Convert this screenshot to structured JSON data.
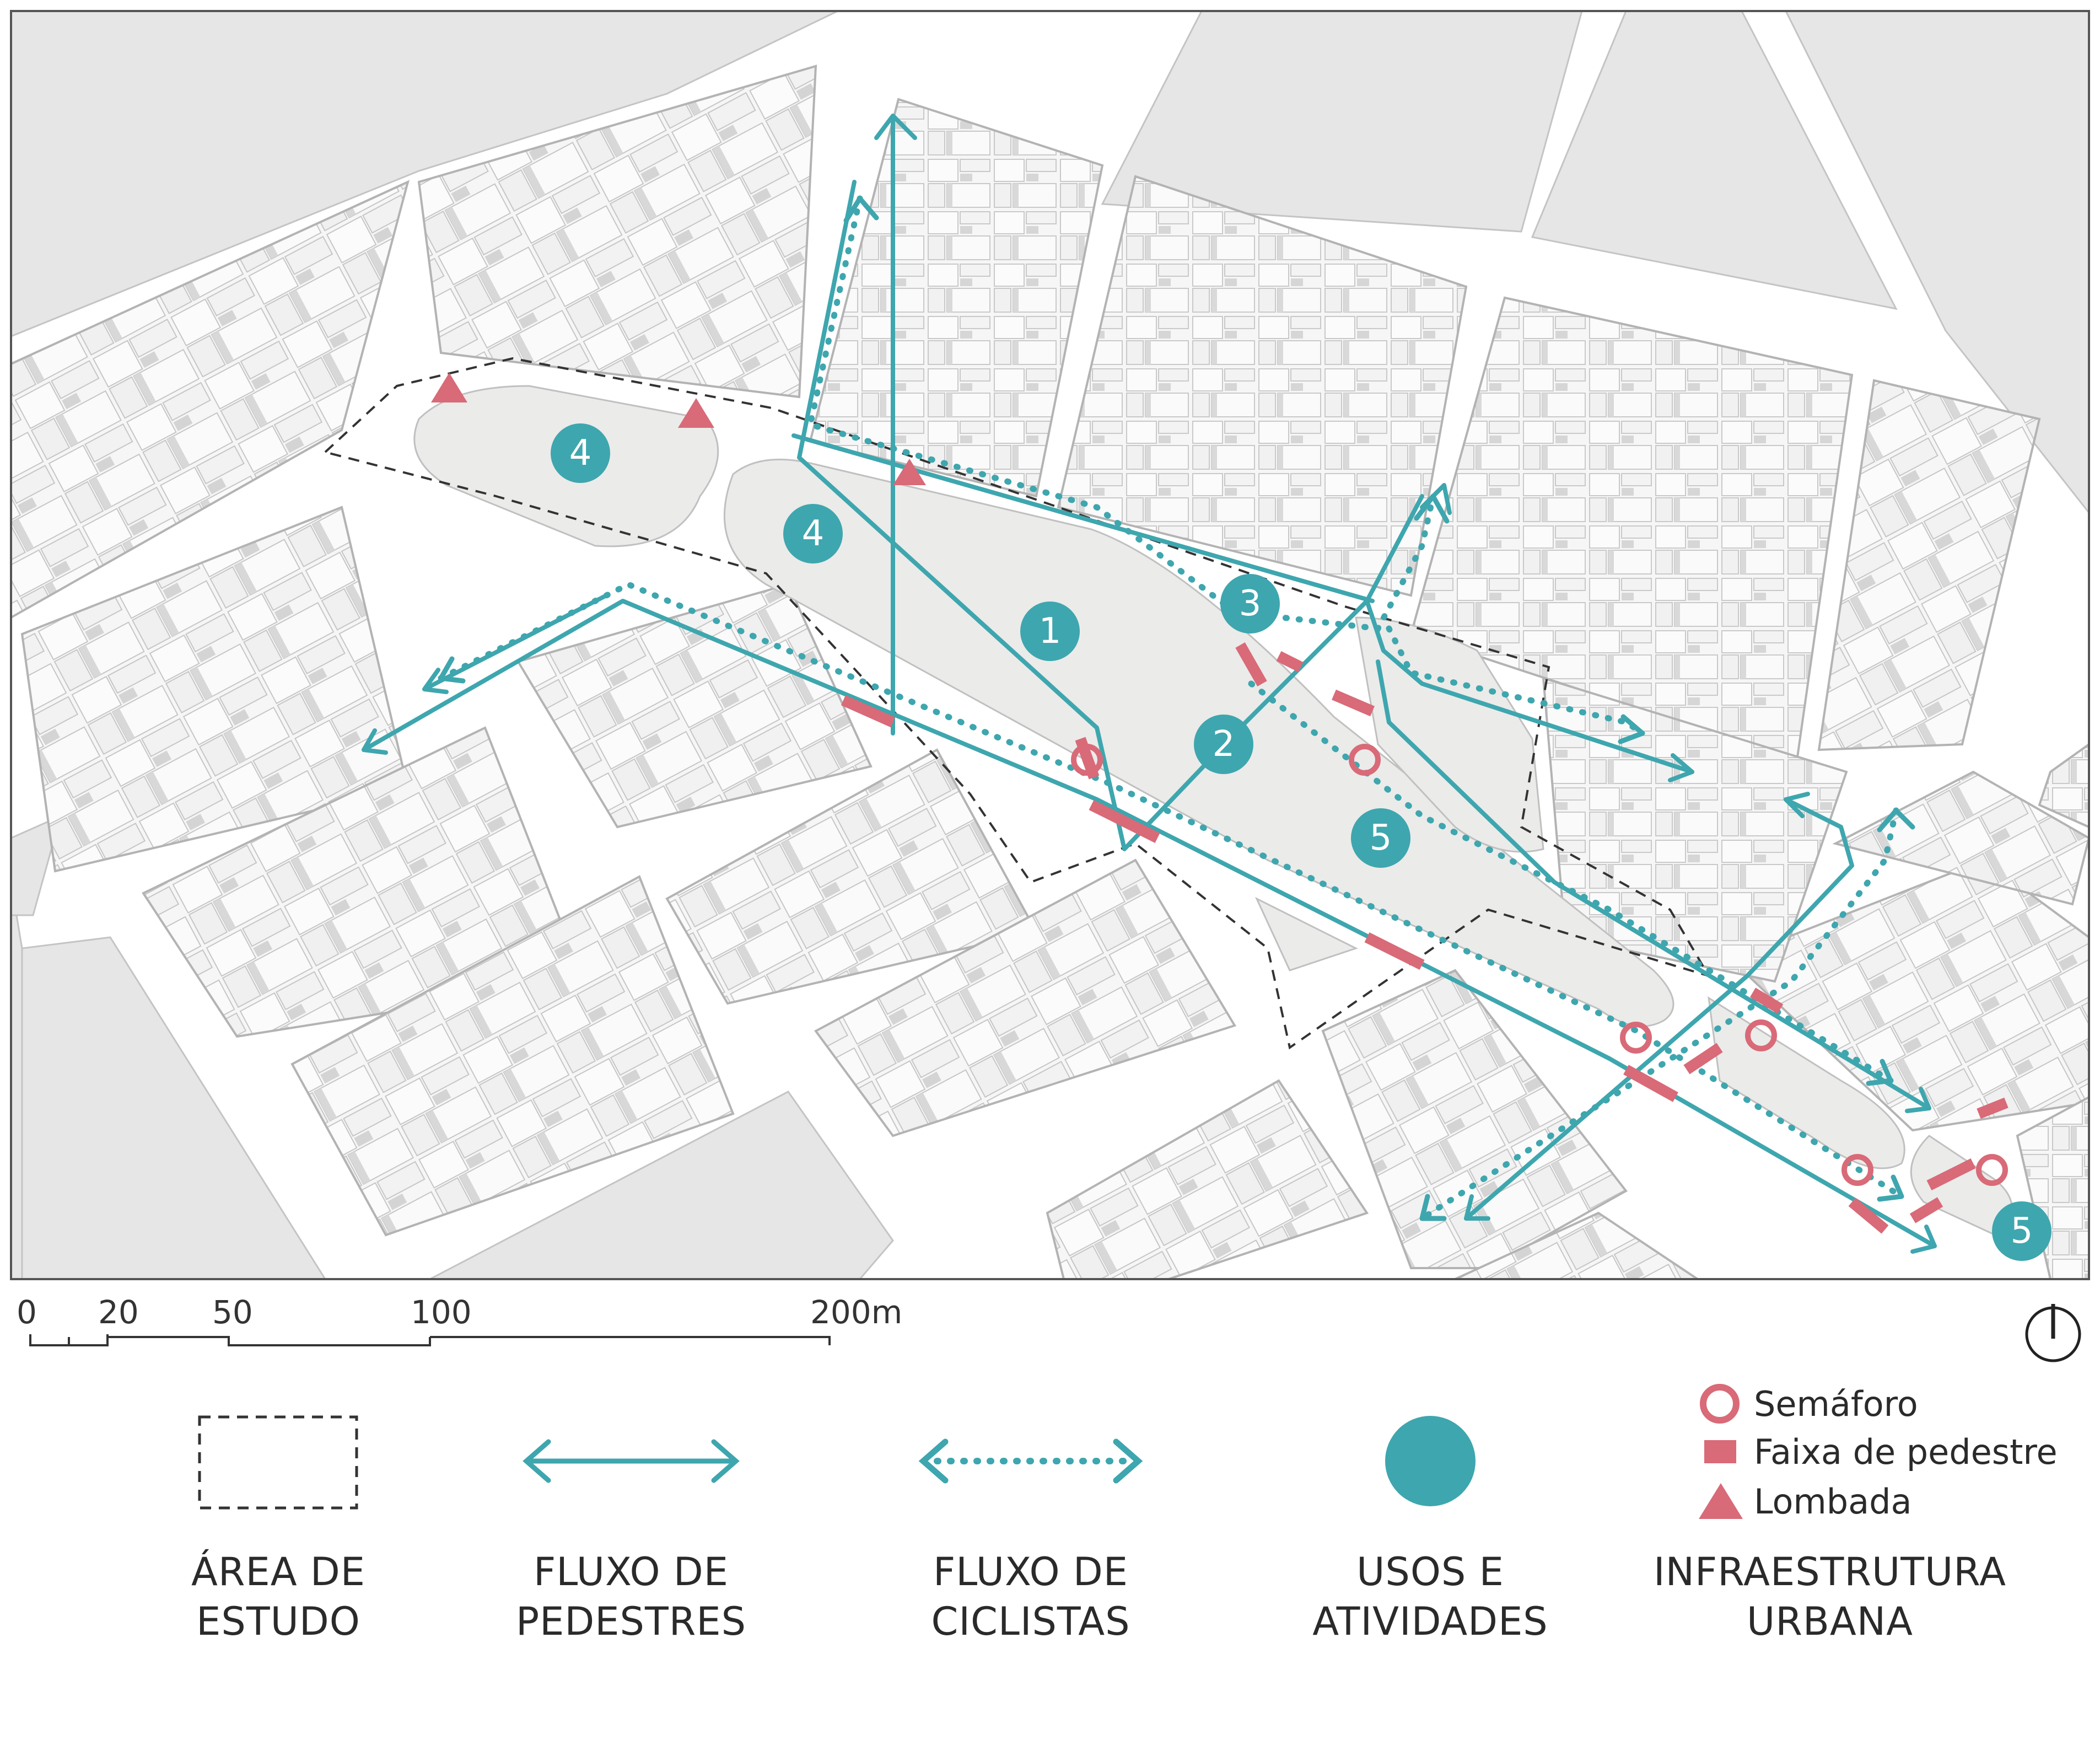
{
  "map": {
    "colors": {
      "street": "#ffffff",
      "block": "#e6e6e6",
      "block_edge": "#b5b5b5",
      "building": "#f6f6f6",
      "building_edge": "#c8c8c8",
      "plaza": "#ececeb",
      "flow": "#3ea6ae",
      "infra": "#d96a78",
      "study_area": "#333333"
    },
    "use_labels": [
      {
        "id": "use-1",
        "label": "1"
      },
      {
        "id": "use-2",
        "label": "2"
      },
      {
        "id": "use-3",
        "label": "3"
      },
      {
        "id": "use-4a",
        "label": "4"
      },
      {
        "id": "use-4b",
        "label": "4"
      },
      {
        "id": "use-5a",
        "label": "5"
      },
      {
        "id": "use-5b",
        "label": "5"
      }
    ],
    "icons": {
      "north_arrow": "north-arrow-icon",
      "semaforo": "traffic-light-circle-icon",
      "faixa": "crosswalk-bar-icon",
      "lombada": "speed-bump-triangle-icon"
    }
  },
  "scale_bar": {
    "labels": [
      "0",
      "20",
      "50",
      "100",
      "200m"
    ]
  },
  "legend": {
    "study_area": {
      "line1": "ÁREA DE",
      "line2": "ESTUDO"
    },
    "pedestrian_flow": {
      "line1": "FLUXO DE",
      "line2": "PEDESTRES"
    },
    "cyclist_flow": {
      "line1": "FLUXO DE",
      "line2": "CICLISTAS"
    },
    "uses": {
      "line1": "USOS E",
      "line2": "ATIVIDADES"
    },
    "infrastructure": {
      "line1": "INFRAESTRUTURA",
      "line2": "URBANA",
      "items": [
        {
          "label": "Semáforo",
          "icon": "traffic-light-circle-icon"
        },
        {
          "label": "Faixa de pedestre",
          "icon": "crosswalk-bar-icon"
        },
        {
          "label": "Lombada",
          "icon": "speed-bump-triangle-icon"
        }
      ]
    }
  }
}
